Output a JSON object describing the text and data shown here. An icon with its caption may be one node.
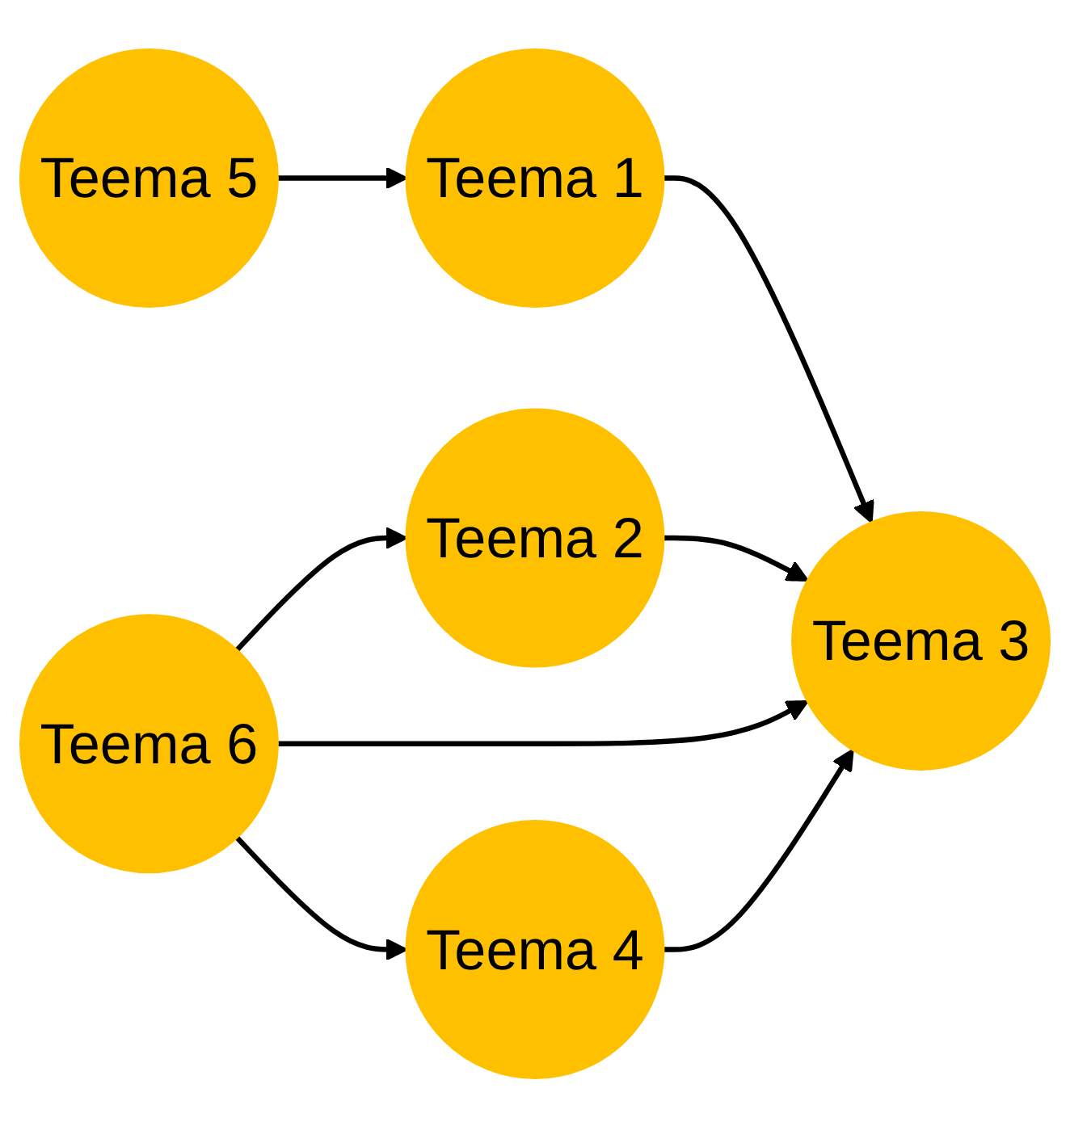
{
  "diagram": {
    "nodes": [
      {
        "text": [
          "Teema 1"
        ]
      },
      {
        "text": [
          "Teema 2"
        ]
      },
      {
        "text": [
          "Teema 3"
        ]
      },
      {
        "text": [
          "Teema 4"
        ]
      },
      {
        "text": [
          "Teema 5"
        ]
      },
      {
        "text": [
          "Teema 6"
        ]
      }
    ],
    "edges": [
      {
        "from": 5,
        "to": 1,
        "arrow": "to"
      },
      {
        "from": 5,
        "to": 2,
        "arrow": "to"
      },
      {
        "from": 5,
        "to": 3,
        "arrow": "to"
      },
      {
        "from": 4,
        "to": 0,
        "arrow": "to"
      },
      {
        "from": 0,
        "to": 2,
        "arrow": "to"
      },
      {
        "from": 1,
        "to": 2,
        "arrow": "to"
      },
      {
        "from": 3,
        "to": 2,
        "arrow": "to"
      }
    ]
  }
}
